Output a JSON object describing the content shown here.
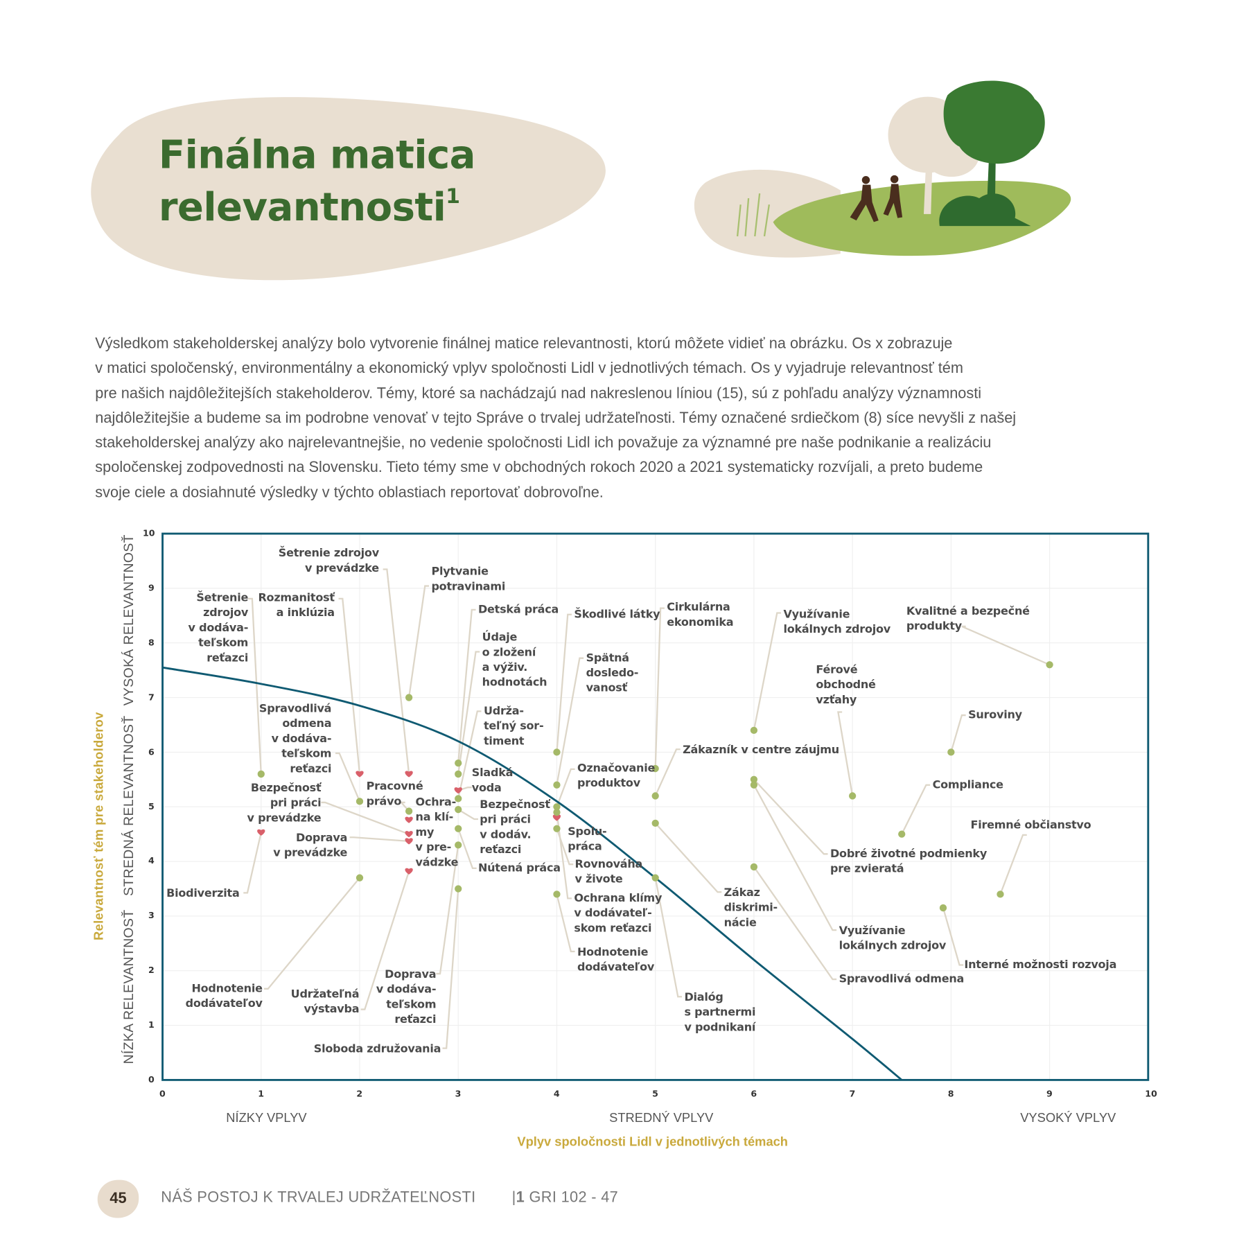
{
  "header": {
    "title_line1": "Finálna matica",
    "title_line2": "relevantnosti",
    "title_sup": "1"
  },
  "intro_lines": [
    "Výsledkom stakeholderskej analýzy bolo vytvorenie finálnej matice relevantnosti, ktorú môžete vidieť na obrázku. Os x zobrazuje",
    "v matici spoločenský, environmentálny a ekonomický vplyv spoločnosti Lidl v jednotlivých témach. Os y vyjadruje relevantnosť tém",
    "pre našich najdôležitejších stakeholderov. Témy, ktoré sa nachádzajú nad nakreslenou líniou (15), sú z pohľadu analýzy významnosti",
    "najdôležitejšie a budeme sa im podrobne venovať v tejto Správe o trvalej udržateľnosti. Témy označené srdiečkom (8) síce nevyšli z našej",
    "stakeholderskej analýzy ako najrelevantnejšie, no vedenie spoločnosti Lidl ich považuje za významné pre naše podnikanie a realizáciu",
    "spoločenskej zodpovednosti na Slovensku. Tieto témy sme v obchodných rokoch 2020 a 2021 systematicky rozvíjali, a preto budeme",
    "svoje ciele a dosiahnuté výsledky v týchto oblastiach reportovať dobrovoľne."
  ],
  "chart_data": {
    "type": "scatter",
    "xlabel": "Vplyv spoločnosti Lidl v jednotlivých témach",
    "ylabel": "Relevantnosť tém pre stakeholderov",
    "xlim": [
      0,
      10
    ],
    "ylim": [
      0,
      10
    ],
    "xticks": [
      "0",
      "1",
      "2",
      "3",
      "4",
      "5",
      "6",
      "7",
      "8",
      "9",
      "10"
    ],
    "yticks": [
      "0",
      "1",
      "2",
      "3",
      "4",
      "5",
      "6",
      "7",
      "8",
      "9",
      "10"
    ],
    "x_bands": [
      "NÍZKY VPLYV",
      "STREDNÝ VPLYV",
      "VYSOKÝ VPLYV"
    ],
    "y_bands": [
      "NÍZKA RELEVANTNOSŤ",
      "STREDNÁ RELEVANTNOSŤ",
      "VYSOKÁ RELEVANTNOSŤ"
    ],
    "grid": true,
    "colors": {
      "dot": "#a5b968",
      "heart": "#d9606a",
      "curve": "#0f5a72",
      "leader": "#ddd6c8"
    },
    "threshold_curve": [
      [
        0,
        7.55
      ],
      [
        1,
        7.25
      ],
      [
        2,
        6.85
      ],
      [
        3,
        6.2
      ],
      [
        4,
        5.1
      ],
      [
        5,
        3.7
      ],
      [
        6,
        2.2
      ],
      [
        7,
        0.75
      ],
      [
        7.5,
        0
      ]
    ],
    "points": [
      {
        "x": 1,
        "y": 5.6,
        "type": "dot",
        "label": "Šetrenie\nzdrojov\nv dodáva-\nteľskom\nreťazci"
      },
      {
        "x": 2,
        "y": 5.6,
        "type": "heart",
        "label": "Rozmanitosť\na inklúzia"
      },
      {
        "x": 2.5,
        "y": 5.6,
        "type": "heart",
        "label": "Šetrenie zdrojov\nv prevádzke"
      },
      {
        "x": 2.5,
        "y": 7.0,
        "type": "dot",
        "label": "Plytvanie\npotravinami"
      },
      {
        "x": 2,
        "y": 5.1,
        "type": "dot",
        "label": "Spravodlivá\nodmena\nv dodáva-\nteľskom\nreťazci"
      },
      {
        "x": 2.5,
        "y": 4.92,
        "type": "dot",
        "label": "Pracovné\nprávo"
      },
      {
        "x": 2.5,
        "y": 4.5,
        "type": "heart",
        "label": "Bezpečnosť\npri práci\nv prevádzke"
      },
      {
        "x": 2.5,
        "y": 4.37,
        "type": "heart",
        "label": "Doprava\nv prevádzke"
      },
      {
        "x": 2.5,
        "y": 4.76,
        "type": "heart",
        "label": "Ochra-\nna klí-\nmy\nv pre-\nvádzke"
      },
      {
        "x": 1,
        "y": 4.53,
        "type": "heart",
        "label": "Biodiverzita"
      },
      {
        "x": 2,
        "y": 3.7,
        "type": "dot",
        "label": "Hodnotenie\ndodávateľov"
      },
      {
        "x": 2.5,
        "y": 3.82,
        "type": "heart",
        "label": "Udržateľná\nvýstavba"
      },
      {
        "x": 3,
        "y": 4.3,
        "type": "dot",
        "label": "Doprava\nv dodáva-\nteľskom\nreťazci"
      },
      {
        "x": 3,
        "y": 3.5,
        "type": "dot",
        "label": "Sloboda združovania"
      },
      {
        "x": 3,
        "y": 5.8,
        "type": "dot",
        "label": "Detská práca"
      },
      {
        "x": 3,
        "y": 5.6,
        "type": "dot",
        "label": "Údaje\no zložení\na výživ.\nhodnotách"
      },
      {
        "x": 3,
        "y": 5.15,
        "type": "dot",
        "label": "Udrža-\nteľný sor-\ntiment"
      },
      {
        "x": 3,
        "y": 5.3,
        "type": "heart",
        "label": "Sladká\nvoda"
      },
      {
        "x": 3,
        "y": 4.95,
        "type": "dot",
        "label": "Bezpečnosť\npri práci\nv dodáv.\nreťazci"
      },
      {
        "x": 3,
        "y": 4.6,
        "type": "dot",
        "label": "Nútená práca"
      },
      {
        "x": 4,
        "y": 6.0,
        "type": "dot",
        "label": "Škodlivé látky"
      },
      {
        "x": 4,
        "y": 5.4,
        "type": "dot",
        "label": "Spätná\ndosledo-\nvanosť"
      },
      {
        "x": 4,
        "y": 5.0,
        "type": "dot",
        "label": "Označovanie\nproduktov"
      },
      {
        "x": 4,
        "y": 4.8,
        "type": "heart",
        "label": "Spolu-\npráca"
      },
      {
        "x": 4,
        "y": 4.9,
        "type": "dot",
        "label": "Ochrana klímy\nv dodávateľ-\nskom reťazci"
      },
      {
        "x": 4,
        "y": 4.6,
        "type": "dot",
        "label": "Rovnováha\nv živote"
      },
      {
        "x": 4,
        "y": 3.4,
        "type": "dot",
        "label": "Hodnotenie\ndodávateľov"
      },
      {
        "x": 5,
        "y": 5.7,
        "type": "dot",
        "label": "Cirkulárna\nekonomika"
      },
      {
        "x": 5,
        "y": 5.2,
        "type": "dot",
        "label": "Zákazník v centre záujmu"
      },
      {
        "x": 5,
        "y": 4.7,
        "type": "dot",
        "label": "Zákaz\ndiskrimi-\nnácie"
      },
      {
        "x": 5,
        "y": 3.7,
        "type": "dot",
        "label": "Dialóg\ns partnermi\nv podnikaní"
      },
      {
        "x": 6,
        "y": 6.4,
        "type": "dot",
        "label": "Využívanie\nlokálnych zdrojov"
      },
      {
        "x": 6,
        "y": 5.5,
        "type": "dot",
        "label": "Dobré životné podmienky\npre zvieratá"
      },
      {
        "x": 6,
        "y": 5.4,
        "type": "dot",
        "label": "Využívanie\nlokálnych zdrojov"
      },
      {
        "x": 6,
        "y": 3.9,
        "type": "dot",
        "label": "Spravodlivá odmena"
      },
      {
        "x": 7,
        "y": 5.2,
        "type": "dot",
        "label": "Férové\nobchodné\nvzťahy"
      },
      {
        "x": 7.5,
        "y": 4.5,
        "type": "dot",
        "label": "Compliance"
      },
      {
        "x": 8,
        "y": 6.0,
        "type": "dot",
        "label": "Suroviny"
      },
      {
        "x": 7.92,
        "y": 3.15,
        "type": "dot",
        "label": "Interné možnosti rozvoja"
      },
      {
        "x": 8.5,
        "y": 3.4,
        "type": "dot",
        "label": "Firemné občianstvo"
      },
      {
        "x": 9,
        "y": 7.6,
        "type": "dot",
        "label": "Kvalitné a bezpečné\nprodukty"
      }
    ]
  },
  "footer": {
    "page_number": "45",
    "section": "NÁŠ POSTOJ K TRVALEJ UDRŽATEĽNOSTI",
    "separator": "|",
    "chapter": "1",
    "gri": "GRI 102 - 47"
  }
}
